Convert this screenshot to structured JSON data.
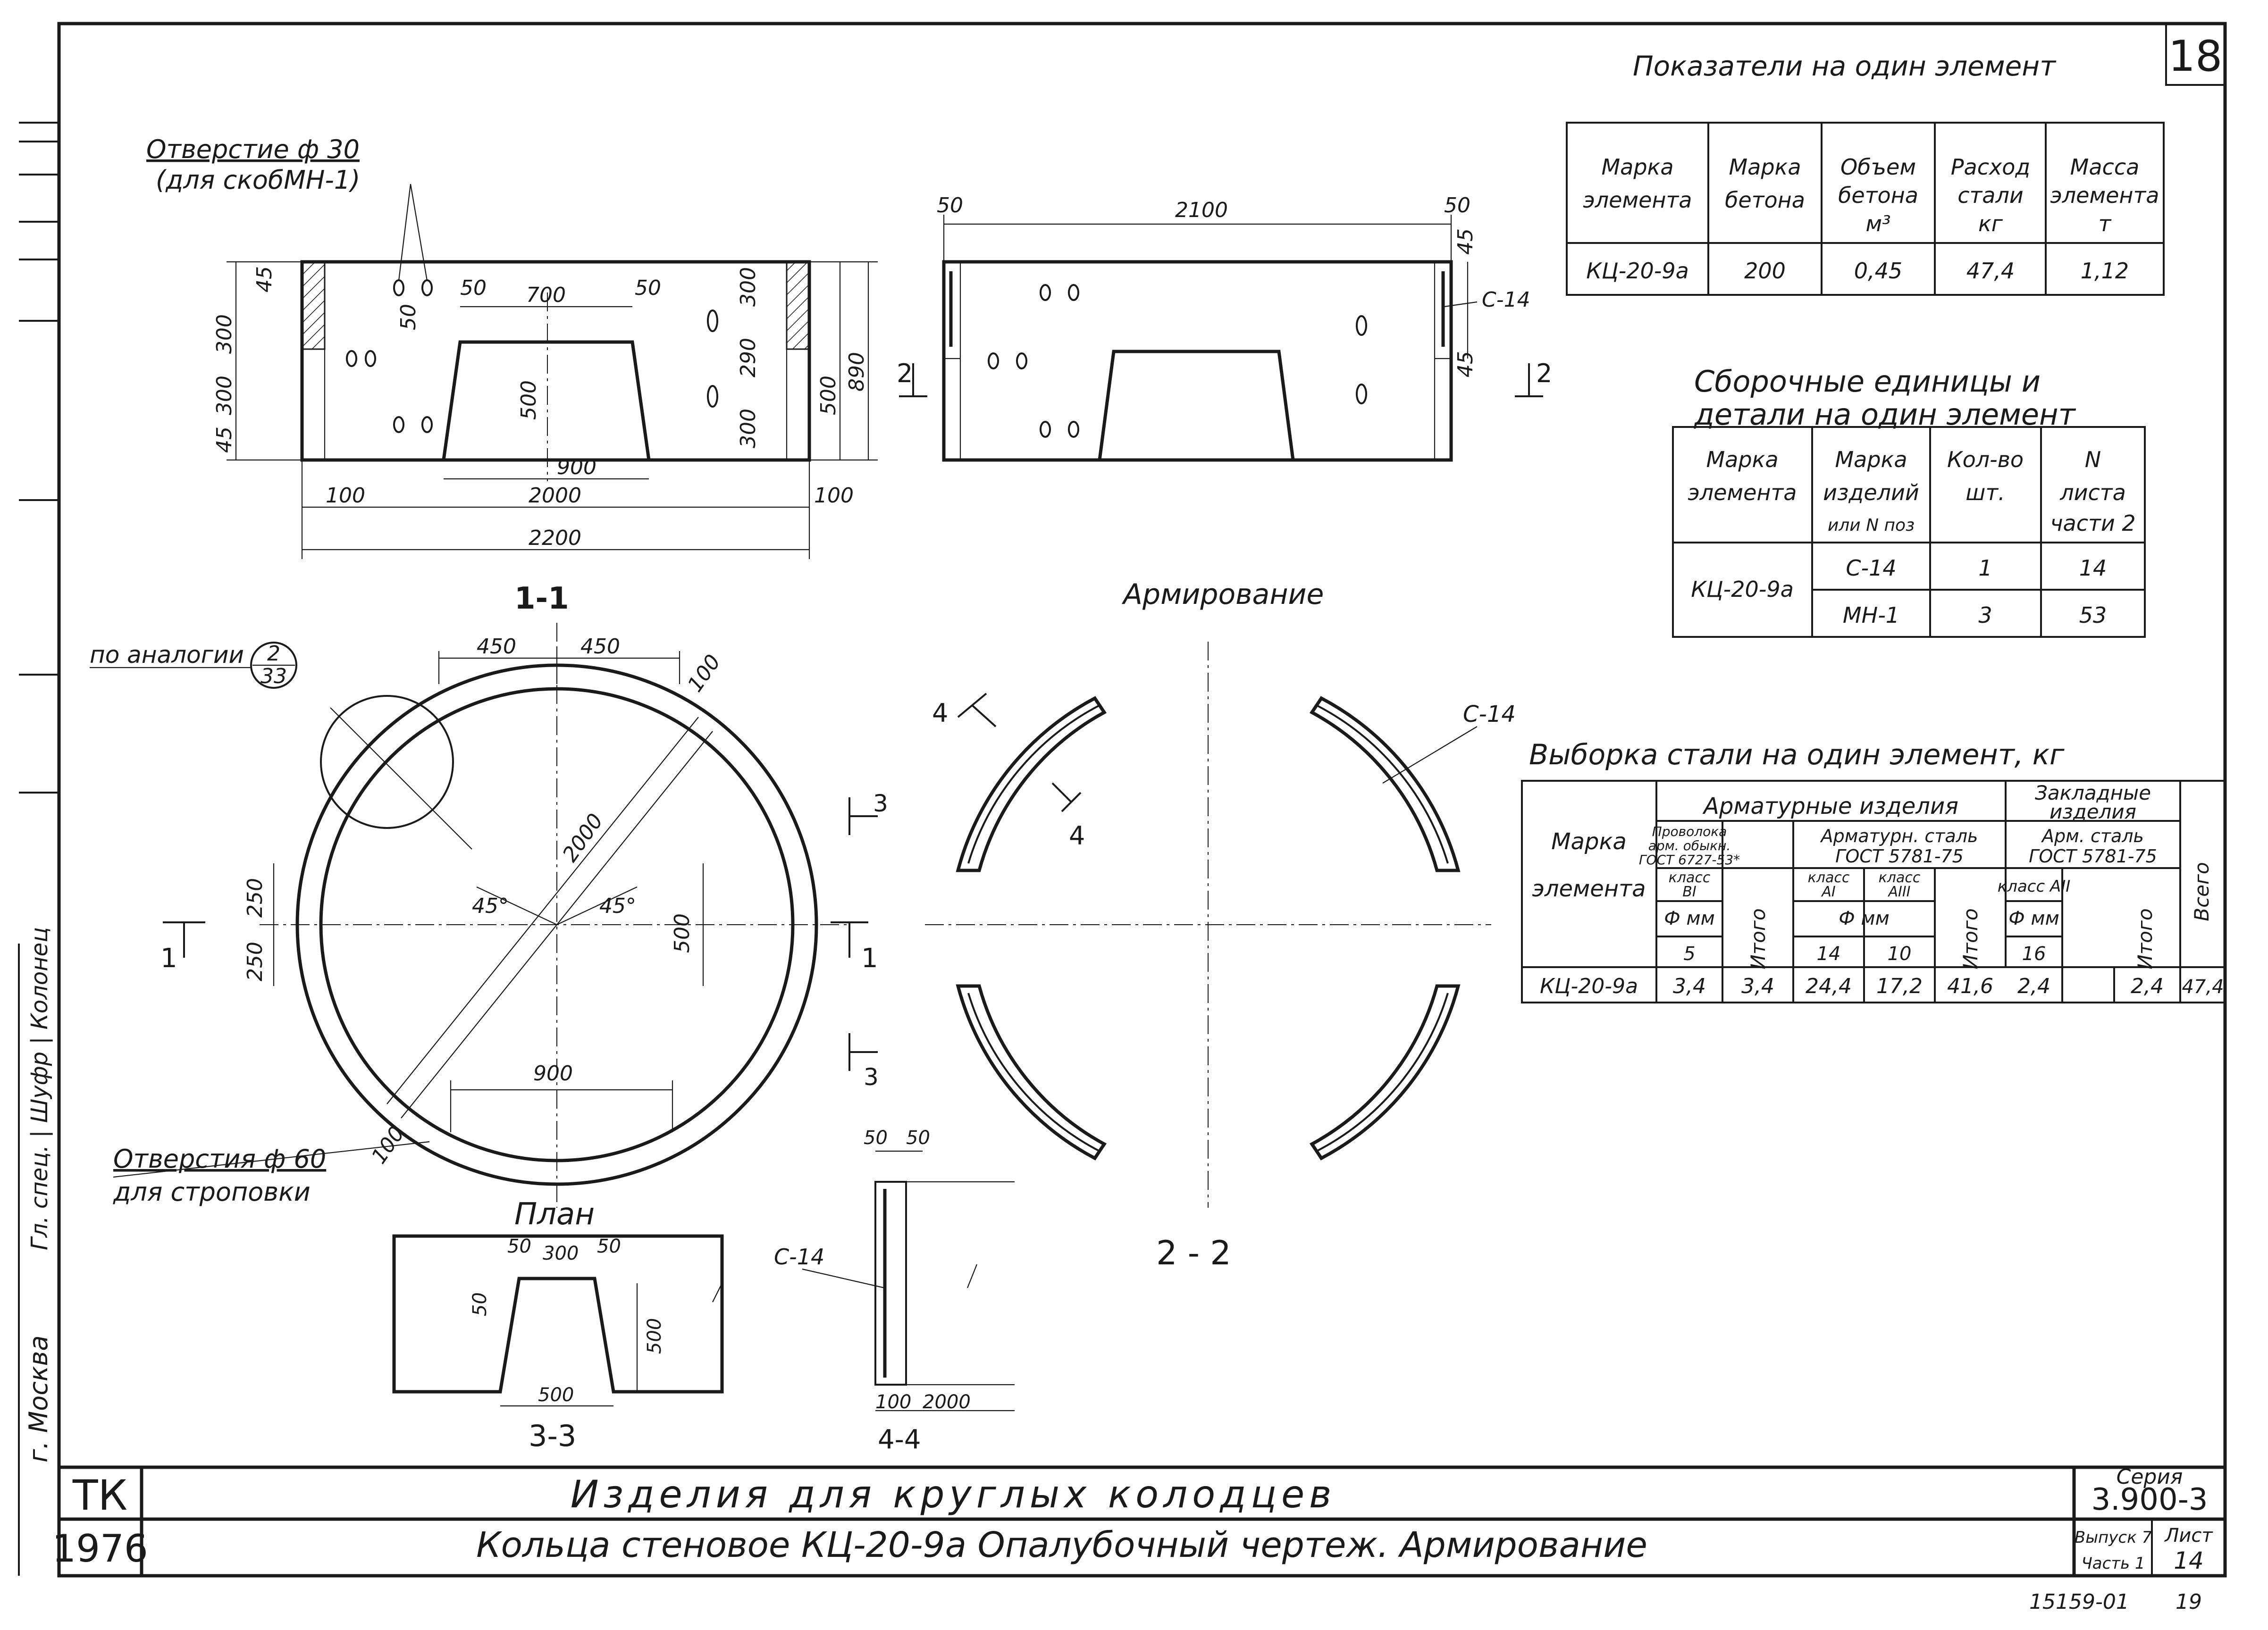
{
  "sheet": {
    "number": "18",
    "left_margin_text": [
      "г. Москва",
      "Гл. спец. | Шуфр | Колонец"
    ],
    "bottom_codes": [
      "15159-01",
      "19"
    ]
  },
  "title_block": {
    "org": "ТК",
    "year": "1976",
    "product": "Изделия для круглых колодцев",
    "title": "Кольца стеновое КЦ-20-9а Опалубочный чертеж. Армирование",
    "series_label": "Серия",
    "series_value": "3.900-3",
    "issue_label": "Выпуск 7",
    "part_label": "Часть 1",
    "sheet_label": "Лист",
    "sheet_value": "14"
  },
  "indicators": {
    "caption": "Показатели на один элемент",
    "headers": [
      [
        "Марка",
        "элемента"
      ],
      [
        "Марка",
        "бетона"
      ],
      [
        "Объем",
        "бетона",
        "м³"
      ],
      [
        "Расход",
        "стали",
        "кг"
      ],
      [
        "Масса",
        "элемента",
        "т"
      ]
    ],
    "row": [
      "КЦ-20-9а",
      "200",
      "0,45",
      "47,4",
      "1,12"
    ]
  },
  "assembly": {
    "caption": [
      "Сборочные единицы и",
      "детали на один элемент"
    ],
    "headers": [
      [
        "Марка",
        "элемента"
      ],
      [
        "Марка",
        "изделий",
        "или N поз"
      ],
      [
        "Кол-во",
        "шт."
      ],
      [
        "N",
        "листа",
        "части 2"
      ]
    ],
    "element": "КЦ-20-9а",
    "rows": [
      [
        "С-14",
        "1",
        "14"
      ],
      [
        "МН-1",
        "3",
        "53"
      ]
    ]
  },
  "steel": {
    "caption": "Выборка стали на один элемент, кг",
    "col_mark": [
      "Марка",
      "элемента"
    ],
    "group1": "Арматурные изделия",
    "group2": [
      "Закладные",
      "изделия"
    ],
    "sub1": [
      "Проволока",
      "арм. обыкн.",
      "ГОСТ 6727-53*"
    ],
    "sub2": [
      "Арматурн. сталь",
      "ГОСТ 5781-75"
    ],
    "sub3": [
      "Арм. сталь",
      "ГОСТ 5781-75"
    ],
    "class1": [
      "класс",
      "BI"
    ],
    "class2a": [
      "класс",
      "AI"
    ],
    "class2b": [
      "класс",
      "AIII"
    ],
    "class3": "класс AII",
    "phi": "Ф мм",
    "diam1": "5",
    "diam2a": "14",
    "diam2b": "10",
    "diam3": "16",
    "itogo": "Итого",
    "vsego": "Всего",
    "row": {
      "mark": "КЦ-20-9а",
      "d5": "3,4",
      "sum1": "3,4",
      "d14": "24,4",
      "d10": "17,2",
      "sum2": "41,6",
      "d16": "2,4",
      "blank": "",
      "sum3": "2,4",
      "total": "47,4"
    }
  },
  "section_1_1": {
    "label": "1-1",
    "hole_note": [
      "Отверстие ф 30",
      "(для скобМН-1)"
    ],
    "dims_top": [
      "50",
      "700",
      "50",
      "50"
    ],
    "dims_inner": [
      "500",
      "900"
    ],
    "dims_left": [
      "45",
      "300",
      "300",
      "45"
    ],
    "dims_right": [
      "300",
      "290",
      "300",
      "500",
      "890"
    ],
    "dims_bottom": [
      "100",
      "2000",
      "100",
      "2200"
    ]
  },
  "section_2_2_view": {
    "dims_top": [
      "50",
      "2100",
      "50",
      "45",
      "45"
    ],
    "rebar_label": "С-14",
    "cut_marks": [
      "2",
      "2"
    ]
  },
  "plan": {
    "label": "План",
    "analogy_note": "по аналогии",
    "analogy_ref": [
      "2",
      "33"
    ],
    "dims_top": [
      "450",
      "450"
    ],
    "dims_diag": [
      "100",
      "2000",
      "100"
    ],
    "angles": [
      "45°",
      "45°"
    ],
    "dims_side": [
      "250",
      "250",
      "500"
    ],
    "dim_bottom": "900",
    "holes_note": [
      "Отверстия ф 60",
      "для строповки"
    ],
    "cut_marks": [
      "1",
      "1",
      "3",
      "3"
    ]
  },
  "reinforcement": {
    "label": "Армирование",
    "rebar_label": "С-14",
    "cut_marks": [
      "4",
      "4"
    ],
    "section_label": "2 - 2"
  },
  "section_3_3": {
    "label": "3-3",
    "dims": [
      "50",
      "300",
      "50",
      "50",
      "500",
      "500"
    ]
  },
  "section_4_4": {
    "label": "4-4",
    "dims": [
      "50",
      "50",
      "100",
      "2000"
    ],
    "rebar_label": "С-14"
  }
}
